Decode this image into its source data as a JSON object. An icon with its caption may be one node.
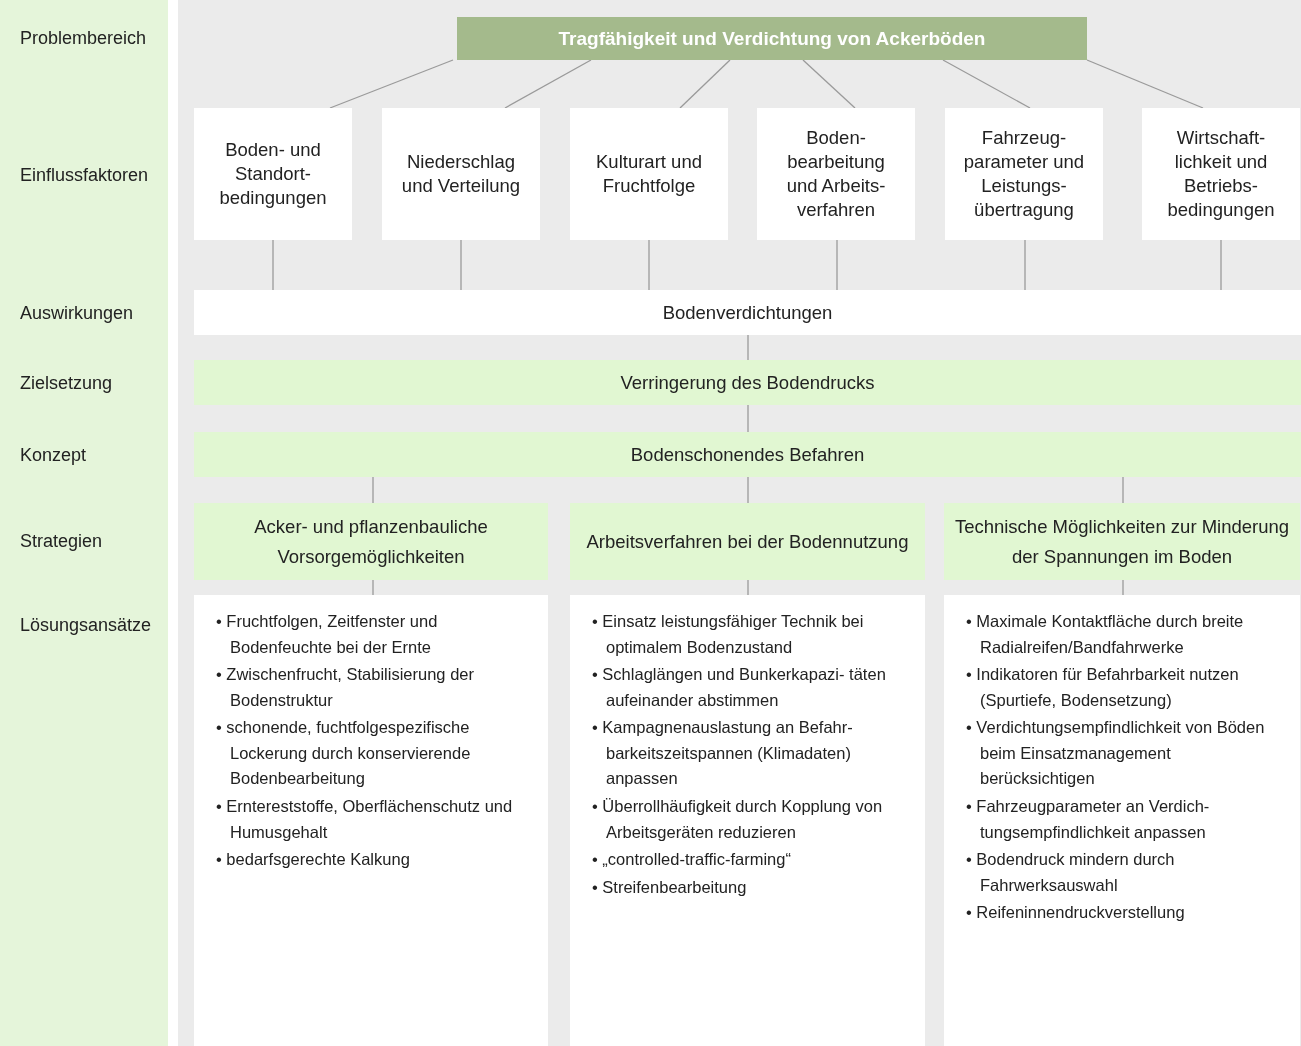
{
  "diagram": {
    "nodes": [
      {
        "text": [
          "Tragfähigkeit und Verdichtung von Ackerböden"
        ]
      },
      {
        "text": [
          "Boden- und Standort- bedingungen"
        ]
      },
      {
        "text": [
          "Niederschlag und Verteilung"
        ]
      },
      {
        "text": [
          "Kulturart und Fruchtfolge"
        ]
      },
      {
        "text": [
          "Boden- bearbeitung und Arbeits- verfahren"
        ]
      },
      {
        "text": [
          "Fahrzeug- parameter und Leistungs- übertragung"
        ]
      },
      {
        "text": [
          "Wirtschaft- lichkeit und Betriebs- bedingungen"
        ]
      },
      {
        "text": [
          "Bodenverdichtungen"
        ]
      },
      {
        "text": [
          "Verringerung des Bodendrucks"
        ]
      },
      {
        "text": [
          "Bodenschonendes Befahren"
        ]
      },
      {
        "text": [
          "Acker- und pflanzenbauliche Vorsorgemöglichkeiten"
        ]
      },
      {
        "text": [
          "Arbeitsverfahren bei der Bodennutzung"
        ]
      },
      {
        "text": [
          "Technische Möglichkeiten zur Minderung der Spannungen im Boden"
        ]
      },
      {
        "text": [
          "• Fruchtfolgen, Zeitfenster und Bodenfeuchte bei der Ernte",
          "• Zwischenfrucht, Stabilisierung der Bodenstruktur",
          "• schonende, fuchtfolgespezifische Lockerung durch konservierende Bodenbearbeitung",
          "• Erntereststoffe, Oberflächenschutz und Humusgehalt",
          "• bedarfsgerechte Kalkung"
        ]
      },
      {
        "text": [
          "• Einsatz leistungsfähiger Technik bei optimalem Bodenzustand",
          "• Schlaglängen und Bunkerkapazi- täten aufeinander abstimmen",
          "• Kampagnenauslastung an Befahr- barkeitszeitspannen (Klimadaten) anpassen",
          "• Überrollhäufigkeit durch Kopplung von Arbeitsgeräten reduzieren",
          "• „controlled-traffic-farming“",
          "• Streifenbearbeitung"
        ]
      },
      {
        "text": [
          "• Maximale Kontaktfläche durch breite Radialreifen/Bandfahrwerke",
          "• Indikatoren für Befahrbarkeit nutzen (Spurtiefe, Bodensetzung)",
          "• Verdichtungsempfindlichkeit von Böden beim Einsatzmanagement berücksichtigen",
          "• Fahrzeugparameter an Verdich- tungsempfindlichkeit anpassen",
          "• Bodendruck mindern durch Fahrwerksauswahl",
          "• Reifeninnendruckverstellung"
        ]
      }
    ],
    "edges": [
      {
        "from": 0,
        "to": 1,
        "arrow": "none"
      },
      {
        "from": 0,
        "to": 2,
        "arrow": "none"
      },
      {
        "from": 0,
        "to": 3,
        "arrow": "none"
      },
      {
        "from": 0,
        "to": 4,
        "arrow": "none"
      },
      {
        "from": 0,
        "to": 5,
        "arrow": "none"
      },
      {
        "from": 0,
        "to": 6,
        "arrow": "none"
      },
      {
        "from": 1,
        "to": 7,
        "arrow": "none"
      },
      {
        "from": 2,
        "to": 7,
        "arrow": "none"
      },
      {
        "from": 3,
        "to": 7,
        "arrow": "none"
      },
      {
        "from": 4,
        "to": 7,
        "arrow": "none"
      },
      {
        "from": 5,
        "to": 7,
        "arrow": "none"
      },
      {
        "from": 6,
        "to": 7,
        "arrow": "none"
      },
      {
        "from": 7,
        "to": 8,
        "arrow": "none"
      },
      {
        "from": 8,
        "to": 9,
        "arrow": "none"
      },
      {
        "from": 9,
        "to": 10,
        "arrow": "none"
      },
      {
        "from": 9,
        "to": 11,
        "arrow": "none"
      },
      {
        "from": 9,
        "to": 12,
        "arrow": "none"
      },
      {
        "from": 10,
        "to": 13,
        "arrow": "none"
      },
      {
        "from": 11,
        "to": 14,
        "arrow": "none"
      },
      {
        "from": 12,
        "to": 15,
        "arrow": "none"
      }
    ],
    "labels": [
      "Problembereich",
      "Einflussfaktoren",
      "Auswirkungen",
      "Zielsetzung",
      "Konzept",
      "Strategien",
      "Lösungsansätze"
    ]
  }
}
